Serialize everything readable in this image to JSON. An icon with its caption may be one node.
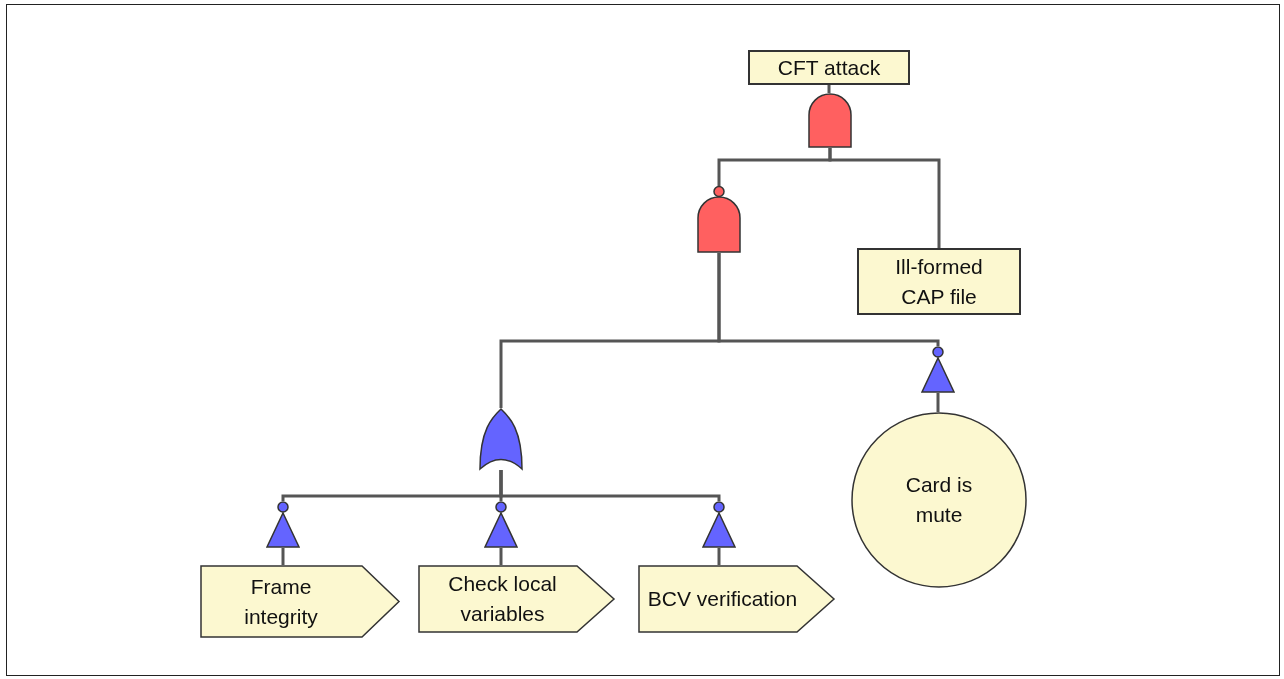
{
  "diagram": {
    "nodes": [
      {
        "text": [
          "CFT attack"
        ]
      },
      {
        "text": [],
        "shape": "gate"
      },
      {
        "text": [],
        "shape": "gate"
      },
      {
        "text": [
          "Ill-formed CAP file"
        ]
      },
      {
        "text": [],
        "shape": "gate"
      },
      {
        "text": [],
        "shape": "triangle"
      },
      {
        "text": [
          "Card is mute"
        ]
      },
      {
        "text": [],
        "shape": "triangle"
      },
      {
        "text": [],
        "shape": "triangle"
      },
      {
        "text": [],
        "shape": "triangle"
      },
      {
        "text": [
          "Frame integrity"
        ]
      },
      {
        "text": [
          "Check local variables"
        ]
      },
      {
        "text": [
          "BCV verification"
        ]
      }
    ],
    "edges": [
      {
        "from": 0,
        "to": 1,
        "arrow": "none"
      },
      {
        "from": 1,
        "to": 2,
        "arrow": "none"
      },
      {
        "from": 1,
        "to": 3,
        "arrow": "none"
      },
      {
        "from": 2,
        "to": 4,
        "arrow": "none"
      },
      {
        "from": 2,
        "to": 5,
        "arrow": "none"
      },
      {
        "from": 5,
        "to": 6,
        "arrow": "none"
      },
      {
        "from": 4,
        "to": 7,
        "arrow": "none"
      },
      {
        "from": 4,
        "to": 8,
        "arrow": "none"
      },
      {
        "from": 4,
        "to": 9,
        "arrow": "none"
      },
      {
        "from": 7,
        "to": 10,
        "arrow": "none"
      },
      {
        "from": 8,
        "to": 11,
        "arrow": "none"
      },
      {
        "from": 9,
        "to": 12,
        "arrow": "none"
      }
    ]
  }
}
